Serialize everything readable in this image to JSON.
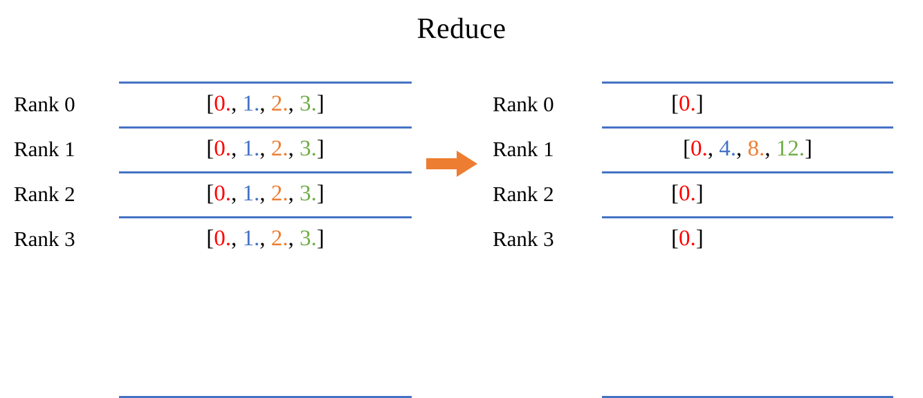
{
  "title": "Reduce",
  "colors": {
    "rule": "#4472C4",
    "arrow": "#ED7D31",
    "value_0": "#FF0000",
    "value_1": "#4472C4",
    "value_2": "#ED7D31",
    "value_3": "#70AD47",
    "text": "#000000",
    "background": "#FFFFFF"
  },
  "arrow": {
    "icon": "right-arrow-icon",
    "direction": "right"
  },
  "before": {
    "rows": [
      {
        "label": "Rank 0",
        "values": [
          "0.",
          "1.",
          "2.",
          "3."
        ]
      },
      {
        "label": "Rank 1",
        "values": [
          "0.",
          "1.",
          "2.",
          "3."
        ]
      },
      {
        "label": "Rank 2",
        "values": [
          "0.",
          "1.",
          "2.",
          "3."
        ]
      },
      {
        "label": "Rank 3",
        "values": [
          "0.",
          "1.",
          "2.",
          "3."
        ]
      }
    ]
  },
  "after": {
    "rows": [
      {
        "label": "Rank 0",
        "values": [
          "0."
        ]
      },
      {
        "label": "Rank 1",
        "values": [
          "0.",
          "4.",
          "8.",
          "12."
        ]
      },
      {
        "label": "Rank 2",
        "values": [
          "0."
        ]
      },
      {
        "label": "Rank 3",
        "values": [
          "0."
        ]
      }
    ]
  },
  "punctuation": {
    "open": "[",
    "close": "]",
    "separator": ", "
  }
}
